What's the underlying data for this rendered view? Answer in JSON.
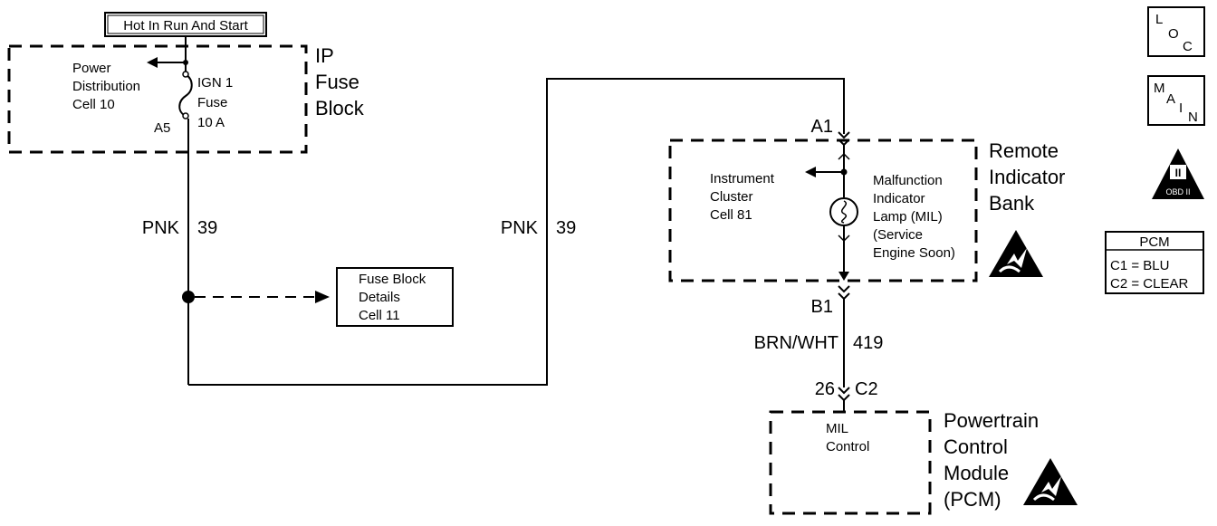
{
  "power_source_label": "Hot In Run And Start",
  "ip_fuse_block": {
    "title_lines": [
      "IP",
      "Fuse",
      "Block"
    ],
    "power_distribution_lines": [
      "Power",
      "Distribution",
      "Cell 10"
    ],
    "fuse_lines": [
      "IGN 1",
      "Fuse",
      "10 A"
    ],
    "terminal": "A5"
  },
  "wire_left": {
    "color": "PNK",
    "circuit": "39"
  },
  "wire_middle": {
    "color": "PNK",
    "circuit": "39"
  },
  "fuse_block_details_lines": [
    "Fuse Block",
    "Details",
    "Cell 11"
  ],
  "remote_indicator_bank": {
    "title_lines": [
      "Remote",
      "Indicator",
      "Bank"
    ],
    "connector_top": "A1",
    "connector_bottom": "B1",
    "instrument_cluster_lines": [
      "Instrument",
      "Cluster",
      "Cell 81"
    ],
    "mil_lines": [
      "Malfunction",
      "Indicator",
      "Lamp (MIL)",
      "(Service",
      "Engine Soon)"
    ]
  },
  "wire_mil": {
    "color": "BRN/WHT",
    "circuit": "419"
  },
  "pcm_connector": {
    "pin": "26",
    "connector": "C2"
  },
  "pcm": {
    "title_lines": [
      "Powertrain",
      "Control",
      "Module",
      "(PCM)"
    ],
    "function_lines": [
      "MIL",
      "Control"
    ]
  },
  "nav_icons": {
    "loc": [
      "L",
      "O",
      "C"
    ],
    "main": [
      "M",
      "A",
      "I",
      "N"
    ],
    "obd": {
      "numeral": "II",
      "label": "OBD II"
    }
  },
  "pcm_legend": {
    "title": "PCM",
    "rows": [
      "C1 = BLU",
      "C2 = CLEAR"
    ]
  },
  "icons": [
    "esd-sensitive-icon",
    "loc-button-icon",
    "main-button-icon",
    "obd-ii-icon"
  ]
}
